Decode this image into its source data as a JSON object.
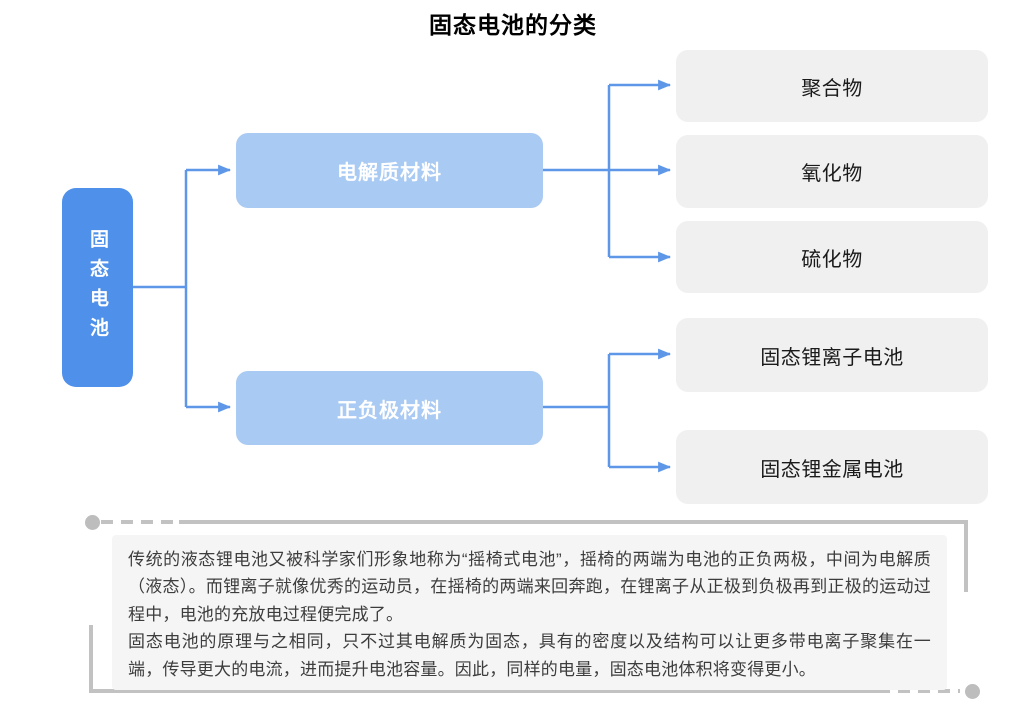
{
  "title": "固态电池的分类",
  "diagram": {
    "root_label": "固态电池",
    "branches": [
      {
        "label": "电解质材料",
        "children": [
          "聚合物",
          "氧化物",
          "硫化物"
        ]
      },
      {
        "label": "正负极材料",
        "children": [
          "固态锂离子电池",
          "固态锂金属电池"
        ]
      }
    ],
    "colors": {
      "root_bg": "#4e90ea",
      "branch_bg": "#a9caf2",
      "leaf_bg": "#f0f0f1",
      "connector": "#5e97e8",
      "node_text_on_blue": "#ffffff",
      "leaf_text": "#1a1a1a"
    }
  },
  "note": {
    "paragraphs": [
      "传统的液态锂电池又被科学家们形象地称为“摇椅式电池”，摇椅的两端为电池的正负两极，中间为电解质（液态）。而锂离子就像优秀的运动员，在摇椅的两端来回奔跑，在锂离子从正极到负极再到正极的运动过程中，电池的充放电过程便完成了。",
      "固态电池的原理与之相同，只不过其电解质为固态，具有的密度以及结构可以让更多带电离子聚集在一端，传导更大的电流，进而提升电池容量。因此，同样的电量，固态电池体积将变得更小。"
    ],
    "frame_color": "#c2c2c2",
    "background": "#f5f5f6"
  }
}
